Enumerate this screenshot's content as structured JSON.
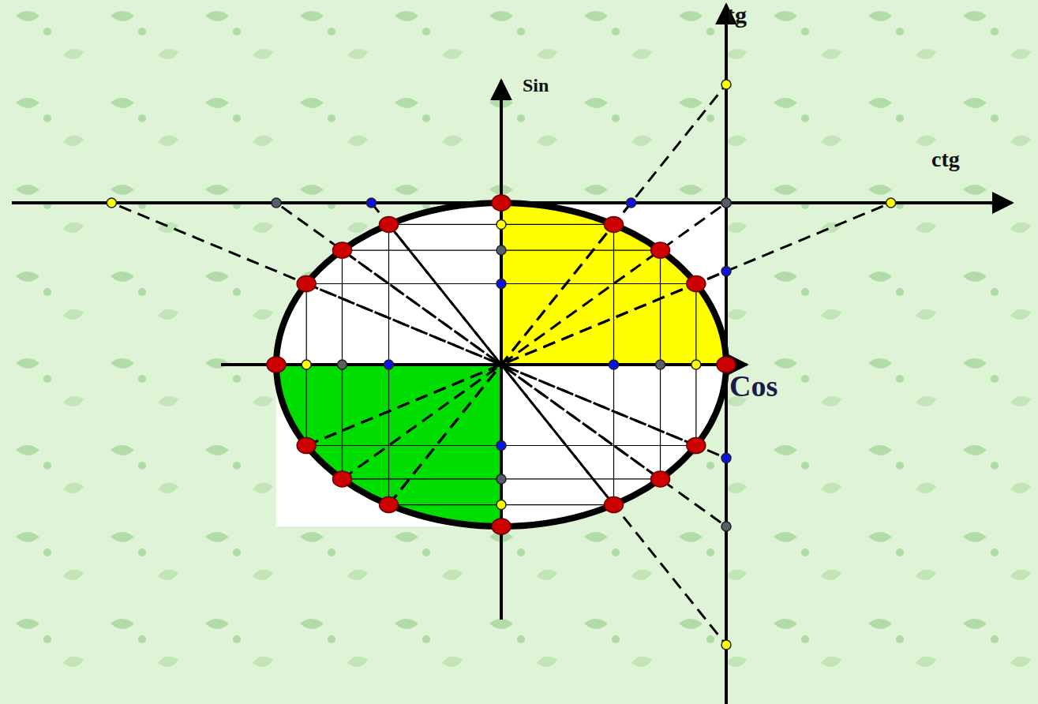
{
  "diagram": {
    "labels": [
      "tg",
      "Sin",
      "ctg",
      "Cos"
    ]
  }
}
